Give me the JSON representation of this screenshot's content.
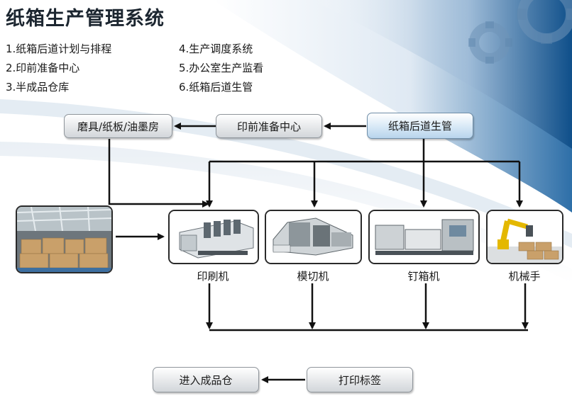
{
  "title": "纸箱生产管理系统",
  "menu": [
    "1.纸箱后道计划与排程",
    "2.印前准备中心",
    "3.半成品仓库",
    "4.生产调度系统",
    "5.办公室生产监看",
    "6.纸箱后道生管"
  ],
  "nodes": {
    "molds": "磨具/纸板/油墨房",
    "prepress": "印前准备中心",
    "postpress": "纸箱后道生管",
    "print_label": "打印标签",
    "warehouse_in": "进入成品仓"
  },
  "machines": [
    "印刷机",
    "模切机",
    "钉箱机",
    "机械手"
  ],
  "colors": {
    "accent": "#1e5e96",
    "arrow": "#111111",
    "box_blue": "#b8d4ec"
  }
}
